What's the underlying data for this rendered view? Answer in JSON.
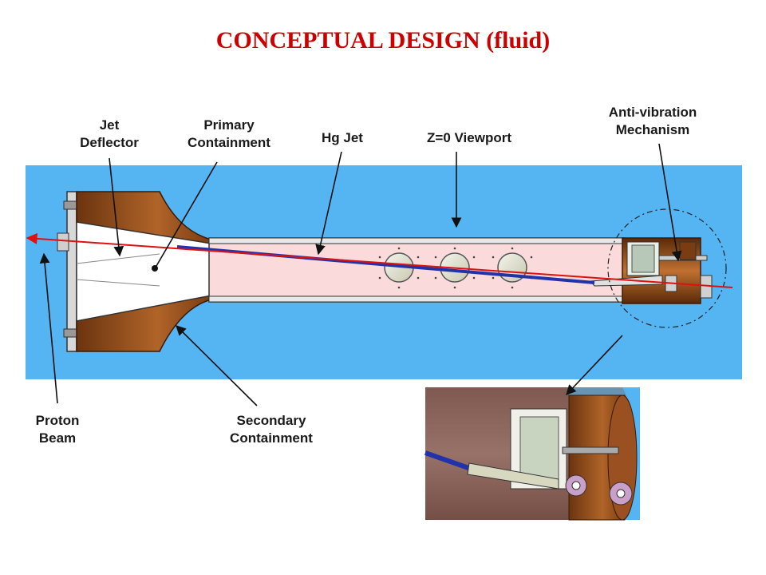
{
  "title": "CONCEPTUAL DESIGN (fluid)",
  "labels": {
    "jet_deflector": "Jet\nDeflector",
    "primary_containment": "Primary\nContainment",
    "hg_jet": "Hg Jet",
    "viewport_prefix": "Z=",
    "viewport_rest": "0 Viewport",
    "anti_vibration": "Anti-vibration\nMechanism",
    "proton_beam": "Proton\nBeam",
    "secondary_containment": "Secondary\nContainment"
  },
  "colors": {
    "title": "#cc0000",
    "background_fluid": "#55b4f2",
    "containment_interior": "#fadada",
    "bronze": "#8b4513",
    "hg_jet": "#2233aa",
    "proton_beam": "#dd1111"
  }
}
